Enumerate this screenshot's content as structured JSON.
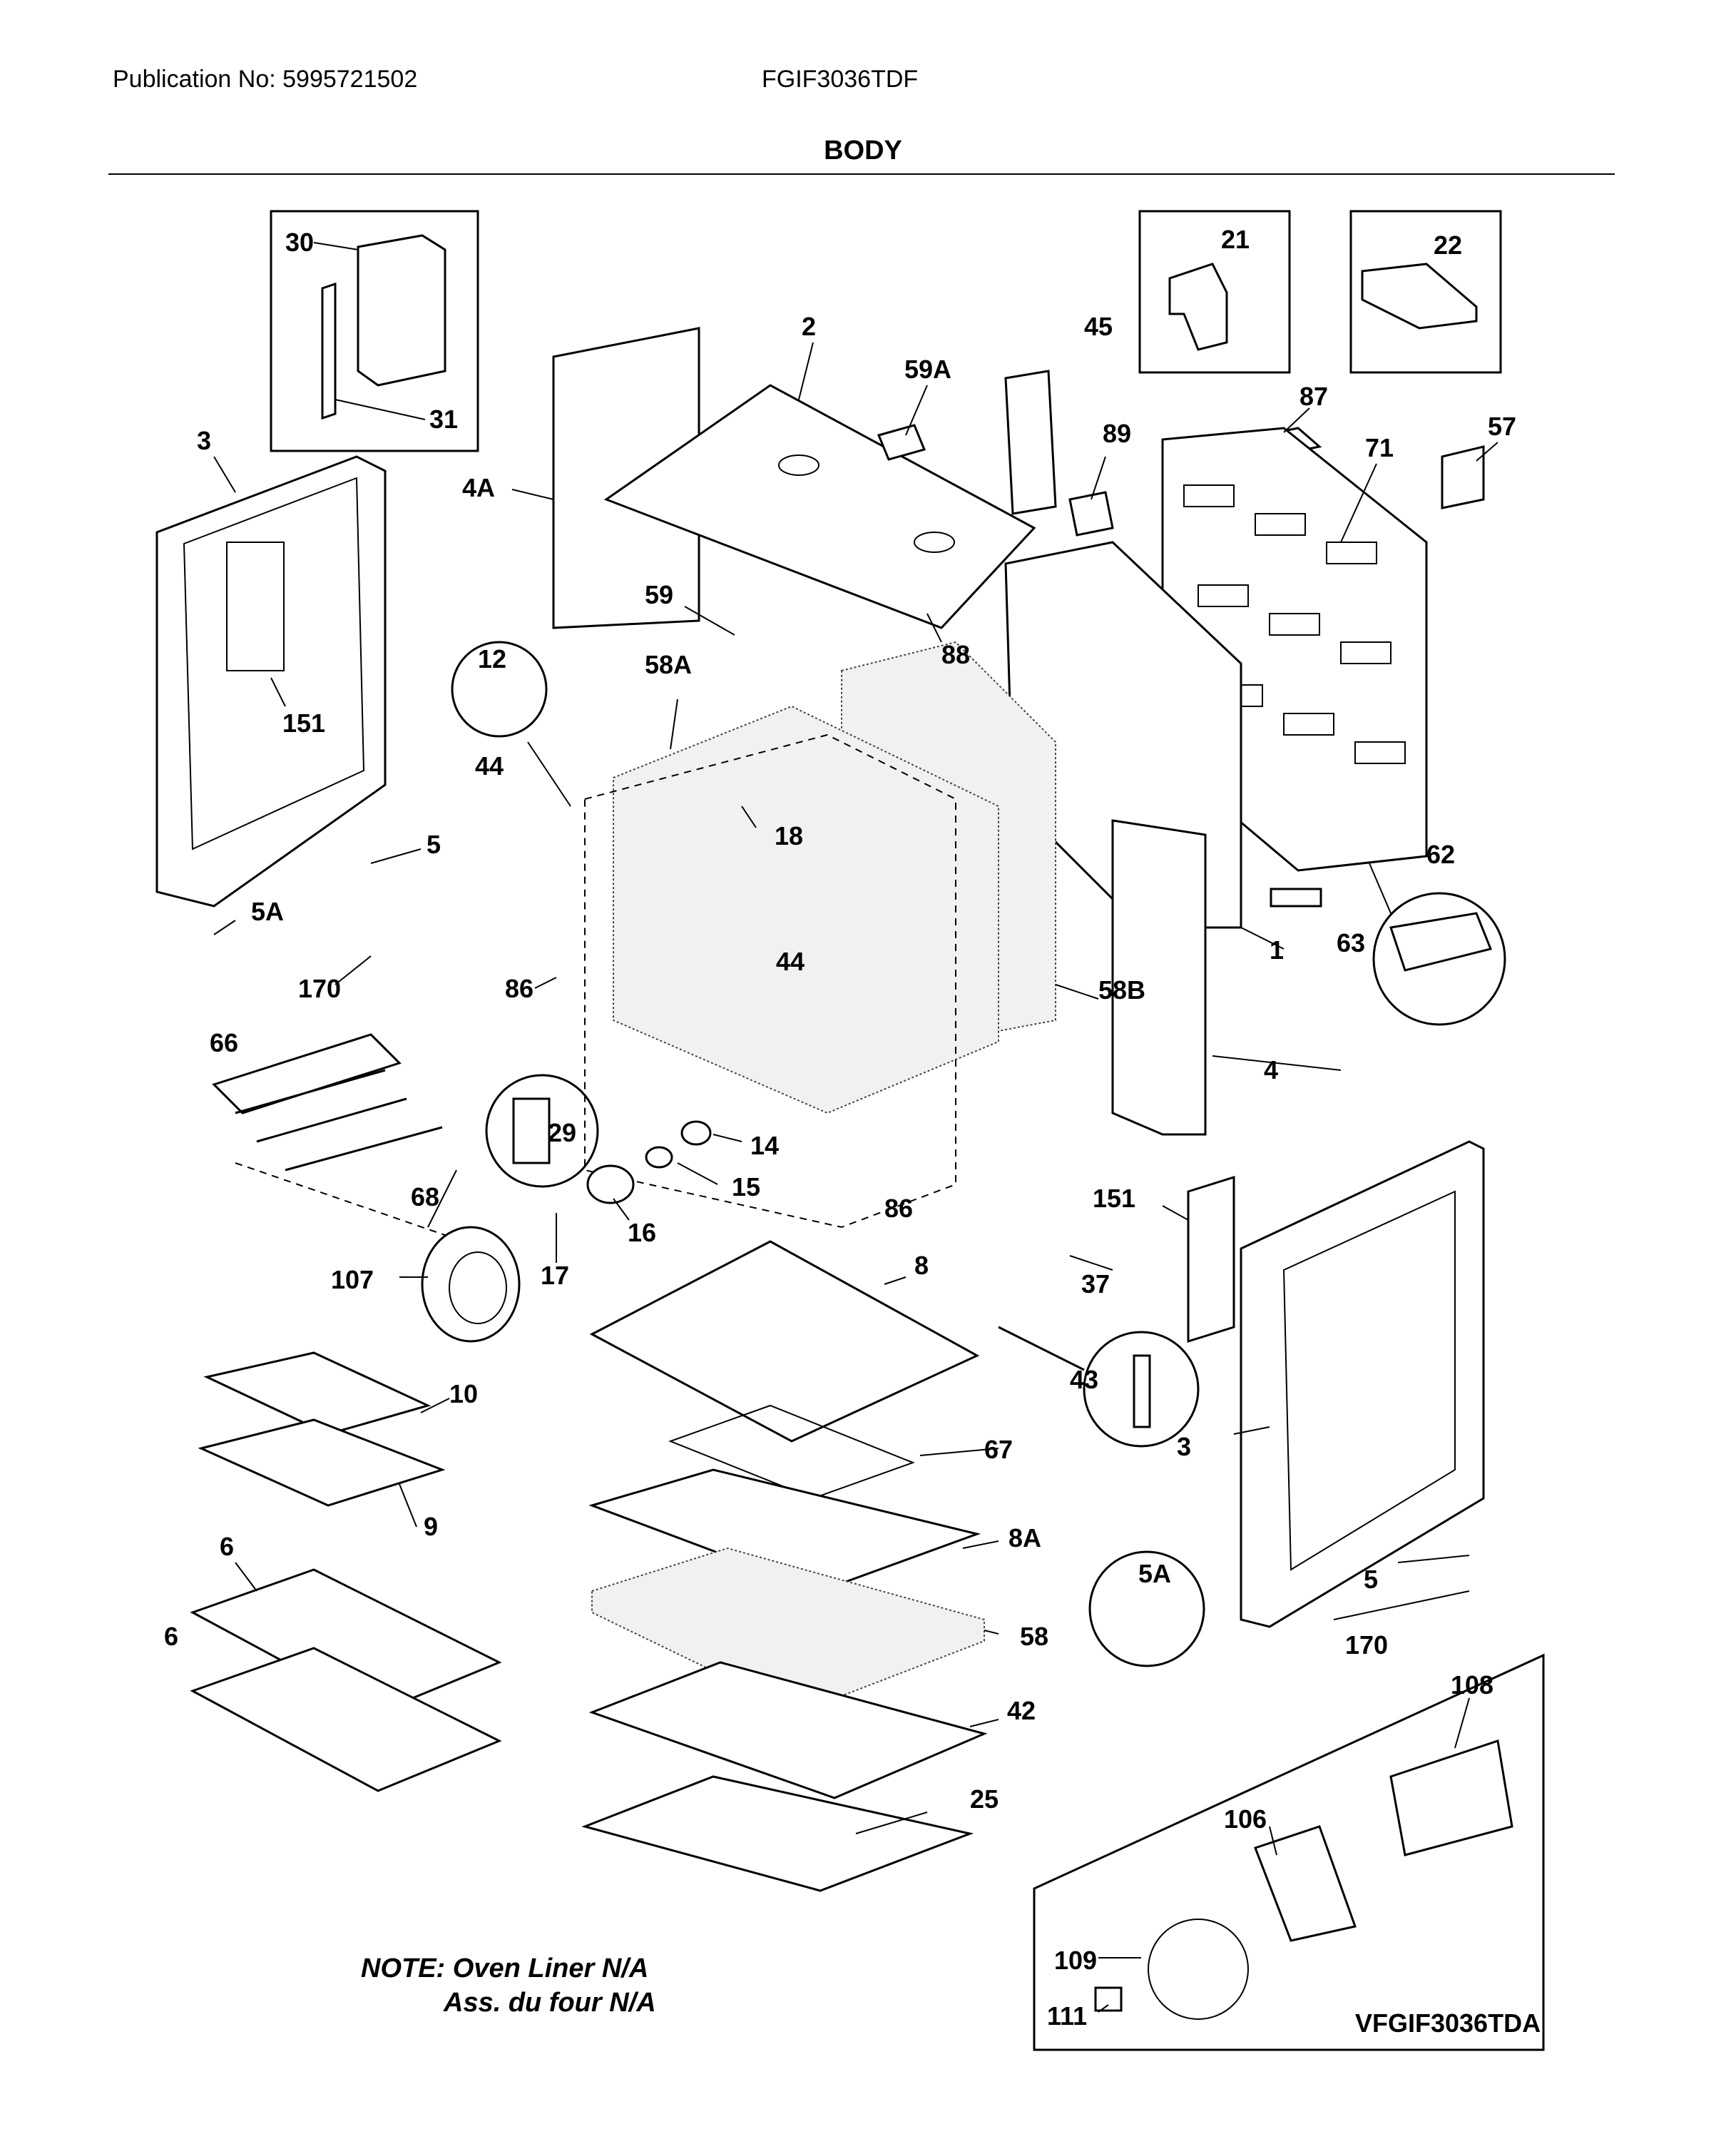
{
  "header": {
    "publication": "Publication No: 5995721502",
    "model": "FGIF3036TDF",
    "title": "BODY"
  },
  "note": {
    "line1": "NOTE: Oven Liner N/A",
    "line2": "Ass. du four N/A"
  },
  "diagram_code": "VFGIF3036TDA",
  "callouts": [
    "30",
    "31",
    "3",
    "4A",
    "2",
    "59A",
    "45",
    "21",
    "22",
    "87",
    "57",
    "89",
    "71",
    "59",
    "88",
    "12",
    "58A",
    "151",
    "44",
    "18",
    "5",
    "5A",
    "170",
    "86",
    "44",
    "62",
    "1",
    "63",
    "58B",
    "66",
    "29",
    "14",
    "4",
    "15",
    "68",
    "16",
    "86",
    "17",
    "151",
    "37",
    "107",
    "8",
    "43",
    "10",
    "67",
    "3",
    "9",
    "8A",
    "6",
    "5A",
    "5",
    "6",
    "58",
    "170",
    "42",
    "108",
    "25",
    "106",
    "109",
    "111"
  ]
}
